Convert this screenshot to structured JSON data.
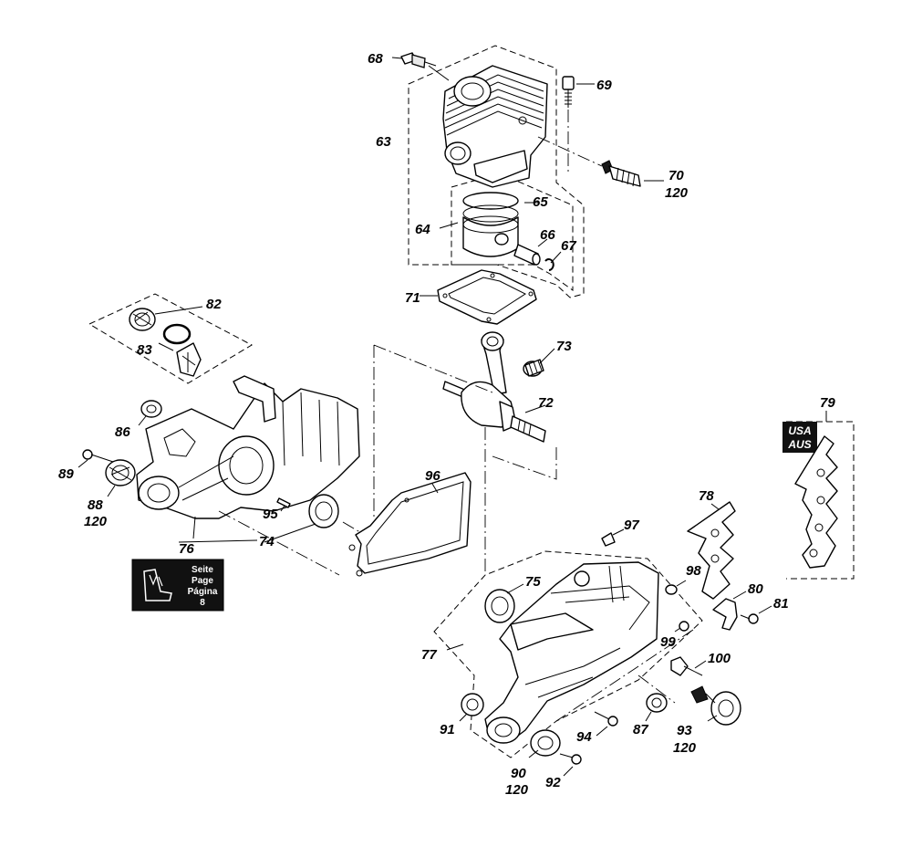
{
  "callouts": {
    "p63": "63",
    "p64": "64",
    "p65": "65",
    "p66": "66",
    "p67": "67",
    "p68": "68",
    "p69": "69",
    "p70": "70",
    "p70b": "120",
    "p71": "71",
    "p72": "72",
    "p73": "73",
    "p74": "74",
    "p75": "75",
    "p76": "76",
    "p77": "77",
    "p78": "78",
    "p79": "79",
    "p80": "80",
    "p81": "81",
    "p82": "82",
    "p83": "83",
    "p86": "86",
    "p88": "88",
    "p88b": "120",
    "p89": "89",
    "p90": "90",
    "p90b": "120",
    "p91": "91",
    "p92": "92",
    "p93": "93",
    "p93b": "120",
    "p94": "94",
    "p95": "95",
    "p96": "96",
    "p97": "97",
    "p98": "98",
    "p99": "99",
    "p100": "100",
    "p87": "87"
  },
  "region_badge": {
    "line1": "USA",
    "line2": "AUS"
  },
  "page_ref": {
    "line1": "Seite",
    "line2": "Page",
    "line3": "Página",
    "line4": "8"
  }
}
